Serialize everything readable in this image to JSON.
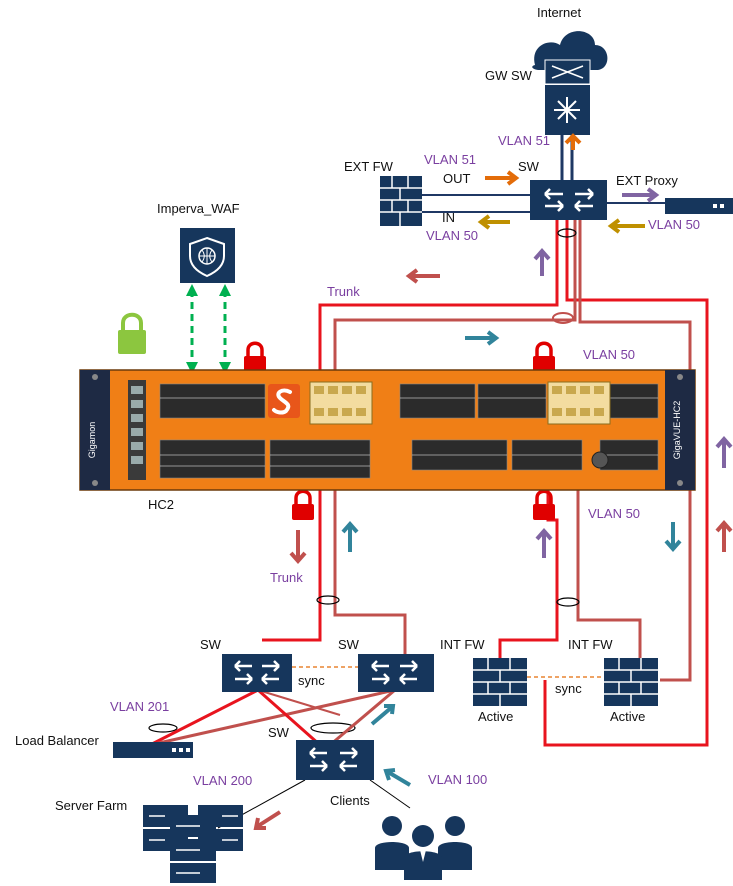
{
  "labels": {
    "internet": "Internet",
    "gw_sw": "GW SW",
    "vlan51_gw": "VLAN 51",
    "ext_fw": "EXT FW",
    "vlan51_ext": "VLAN 51",
    "sw_top": "SW",
    "out": "OUT",
    "in": "IN",
    "vlan50_in": "VLAN 50",
    "ext_proxy": "EXT Proxy",
    "vlan50_proxy": "VLAN 50",
    "imperva": "Imperva_WAF",
    "trunk_top": "Trunk",
    "vlan50_upper": "VLAN 50",
    "hc2": "HC2",
    "vlan50_lower": "VLAN 50",
    "trunk_bottom": "Trunk",
    "sw_left": "SW",
    "sw_mid": "SW",
    "sync_sw": "sync",
    "int_fw_left": "INT FW",
    "int_fw_right": "INT FW",
    "sync_fw": "sync",
    "active_left": "Active",
    "active_right": "Active",
    "vlan201": "VLAN 201",
    "load_balancer": "Load Balancer",
    "sw_bottom": "SW",
    "vlan200": "VLAN 200",
    "server_farm": "Server Farm",
    "clients": "Clients",
    "vlan100": "VLAN 100",
    "brand_vertical": "GigaVUE-HC2",
    "brand_left": "Gigamon"
  },
  "colors": {
    "red_link": "#e8141e",
    "brown_link": "#c0504d",
    "navy_device": "#16365c",
    "purple_arrow": "#8064a2",
    "teal_arrow": "#31849b",
    "orange_arrow": "#e36c09",
    "gold_arrow": "#bf9000",
    "green_arrow": "#00b050",
    "lock_red": "#e00000",
    "lock_green": "#8cc63f",
    "chassis_orange": "#f07f16",
    "vlan_text": "#7a3fa0"
  },
  "icons": [
    "cloud-icon",
    "gateway-switch-icon",
    "firewall-icon",
    "switch-icon",
    "proxy-appliance-icon",
    "waf-shield-icon",
    "lock-icon",
    "server-icon",
    "users-icon",
    "arrow-icon"
  ]
}
